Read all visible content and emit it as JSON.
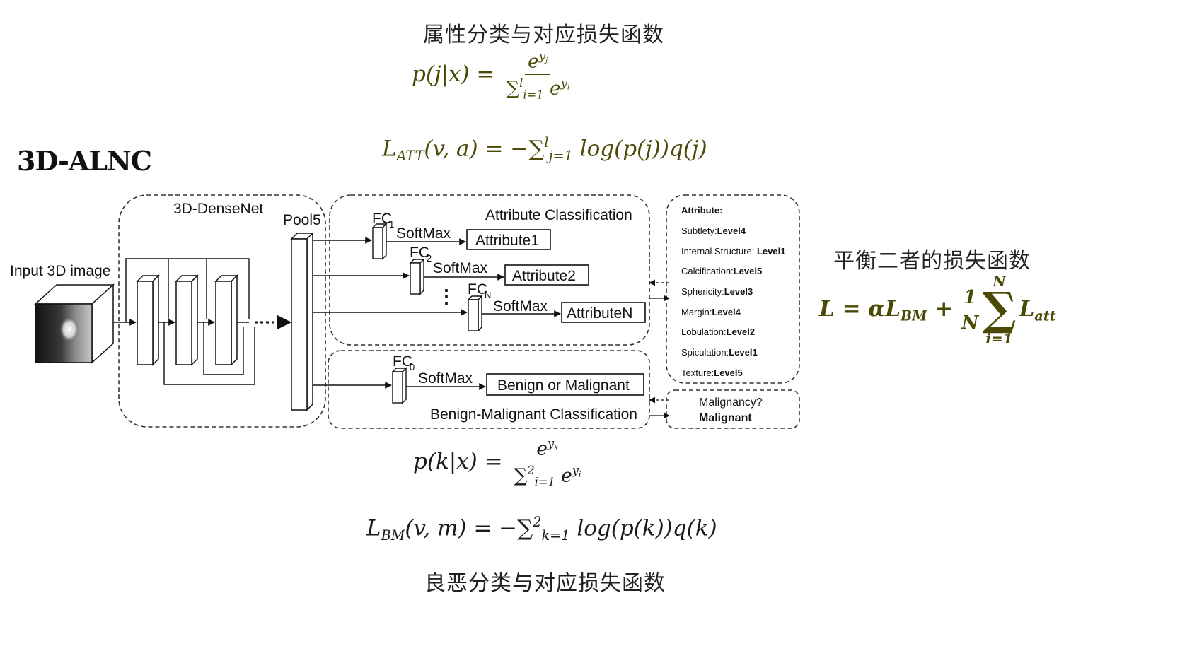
{
  "title": "3D-ALNC",
  "captions": {
    "attribute_loss": "属性分类与对应损失函数",
    "balance_loss": "平衡二者的损失函数",
    "bm_loss": "良恶分类与对应损失函数"
  },
  "formulas": {
    "p_j": {
      "lhs": "p(j|x) =",
      "num_base": "e",
      "num_sup": "y",
      "num_sub": "j",
      "den_sum": "∑",
      "den_sub": "i=1",
      "den_sup": "l",
      "den_base": " e",
      "den_exp": "y",
      "den_exp_sub": "i"
    },
    "l_att": {
      "name": "L",
      "sub": "ATT",
      "args": "(v, a) = −∑",
      "sum_sub": "j=1",
      "sum_sup": "l",
      "tail": " log(p(j))q(j)"
    },
    "p_k": {
      "lhs": "p(k|x) =",
      "num_base": "e",
      "num_sup": "y",
      "num_sub": "k",
      "den_sum": "∑",
      "den_sub": "i=1",
      "den_sup": "2",
      "den_base": " e",
      "den_exp": "y",
      "den_exp_sub": "i"
    },
    "l_bm": {
      "name": "L",
      "sub": "BM",
      "args": "(v, m) = −∑",
      "sum_sub": "k=1",
      "sum_sup": "2",
      "tail": " log(p(k))q(k)"
    },
    "total": {
      "lhs": "L = αL",
      "lhs_sub": "BM",
      "plus": " + ",
      "frac_num": "1",
      "frac_den": "N",
      "sum_top": "N",
      "sum_sig": "∑",
      "sum_bot": "i=1",
      "term": "L",
      "term_sub": "att"
    }
  },
  "diagram": {
    "input_label": "Input 3D image",
    "densenet_label": "3D-DenseNet",
    "pool_label": "Pool5",
    "attr_section_label": "Attribute Classification",
    "bm_section_label": "Benign-Malignant Classification",
    "fc1": "FC",
    "fc1_sub": "1",
    "fc2": "FC",
    "fc2_sub": "2",
    "fcn": "FC",
    "fcn_sub": "N",
    "fc0": "FC",
    "fc0_sub": "0",
    "softmax": "SoftMax",
    "vdots": "⋮",
    "attr1": "Attribute1",
    "attr2": "Attribute2",
    "attrN": "AttributeN",
    "bm_box": "Benign or Malignant",
    "attr_panel": {
      "header": "Attribute:",
      "items": [
        {
          "name": "Subtlety:",
          "level": "Level4"
        },
        {
          "name": "Internal Structure: ",
          "level": "Level1"
        },
        {
          "name": "Calcification:",
          "level": "Level5"
        },
        {
          "name": "Sphericity:",
          "level": "Level3"
        },
        {
          "name": "Margin:",
          "level": "Level4"
        },
        {
          "name": "Lobulation:",
          "level": "Level2"
        },
        {
          "name": "Spiculation:",
          "level": "Level1"
        },
        {
          "name": "Texture:",
          "level": "Level5"
        }
      ]
    },
    "malig_question": "Malignancy?",
    "malig_answer": "Malignant"
  },
  "colors": {
    "formula_olive": "#4a4a06",
    "formula_dark": "#1a1a1a"
  }
}
